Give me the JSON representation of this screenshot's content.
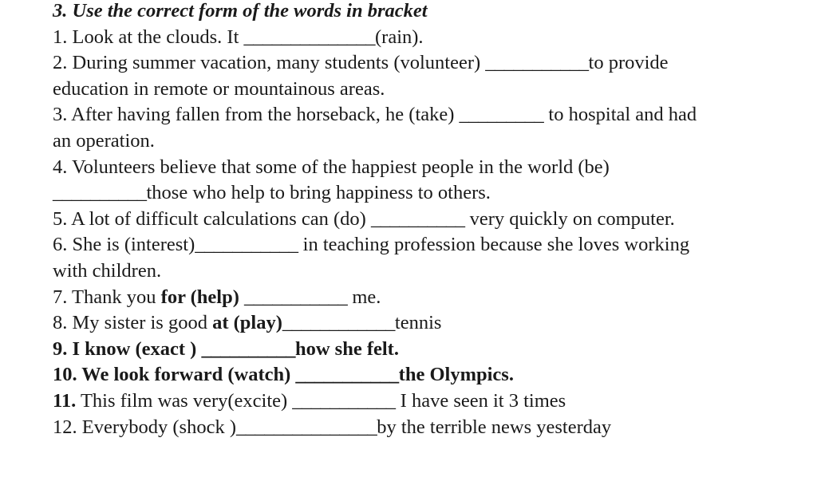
{
  "exercise": {
    "heading": "3. Use the correct form of the words in bracket",
    "items": [
      {
        "lines": [
          [
            "1. Look at the clouds. It ",
            "______________",
            "(rain)."
          ]
        ]
      },
      {
        "lines": [
          [
            "2. During summer vacation, many students (volunteer) ",
            "___________",
            "to provide"
          ],
          [
            "education in remote or mountainous areas."
          ]
        ]
      },
      {
        "lines": [
          [
            "3. After having fallen from the horseback, he (take) ",
            "_________",
            " to hospital and had"
          ],
          [
            "an operation."
          ]
        ]
      },
      {
        "lines": [
          [
            "4. Volunteers believe that some of the happiest people in the world (be)"
          ],
          [
            "__________",
            "those who help to bring happiness to others."
          ]
        ]
      },
      {
        "lines": [
          [
            "5. A lot of difficult calculations can (do) ",
            "__________",
            " very quickly on computer."
          ]
        ]
      },
      {
        "lines": [
          [
            "6. She is (interest)",
            "___________",
            " in teaching profession because she loves working"
          ],
          [
            "with children."
          ]
        ]
      },
      {
        "lines": [
          [
            "7. Thank you ",
            "for (help)",
            " ",
            "___________",
            " me."
          ]
        ]
      },
      {
        "lines": [
          [
            "8. My sister is good ",
            "at (play)",
            "____________",
            "tennis"
          ]
        ]
      },
      {
        "lines": [
          [
            "9. I know (exact ) ",
            "__________",
            "how she felt."
          ]
        ]
      },
      {
        "lines": [
          [
            "10. We look forward (watch) ",
            "___________",
            "the Olympics."
          ]
        ]
      },
      {
        "lines": [
          [
            "11.",
            " This film was very(excite) ",
            "___________",
            " I have seen it 3 times"
          ]
        ]
      },
      {
        "lines": [
          [
            "12. Everybody (shock )",
            "_______________",
            "by the terrible news yesterday"
          ]
        ]
      }
    ]
  }
}
